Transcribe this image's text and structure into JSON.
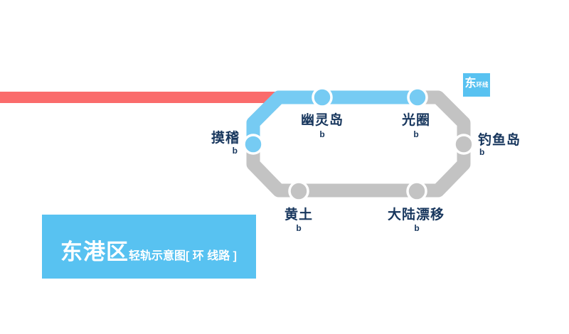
{
  "map": {
    "badge": {
      "prefix": "东",
      "suffix": "环线"
    },
    "stations": [
      {
        "name": "摸稽",
        "sub": "b"
      },
      {
        "name": "幽灵岛",
        "sub": "b"
      },
      {
        "name": "光圈",
        "sub": "b"
      },
      {
        "name": "钓鱼岛",
        "sub": "b"
      },
      {
        "name": "黄土",
        "sub": "b"
      },
      {
        "name": "大陆漂移",
        "sub": "b"
      }
    ]
  },
  "title": {
    "district": "东港区",
    "subtitle": "轻轨示意图[ 环 线路 ]"
  },
  "colors": {
    "line_blue": "#76CBF3",
    "box_blue": "#58C2F1",
    "gray": "#C3C3C3",
    "red": "#FA6B6B",
    "navy": "#17365D"
  }
}
